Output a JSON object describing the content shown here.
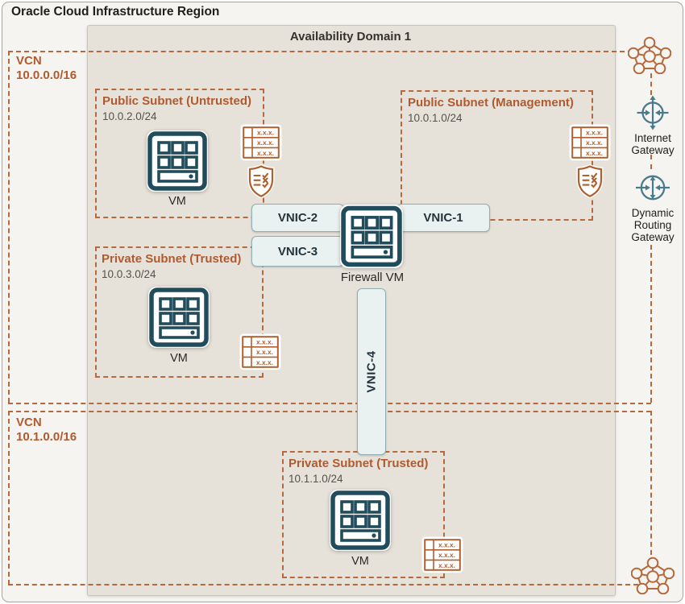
{
  "region": {
    "title": "Oracle Cloud Infrastructure Region"
  },
  "availability_domain": {
    "title": "Availability Domain 1"
  },
  "vcn1": {
    "label": "VCN",
    "cidr": "10.0.0.0/16"
  },
  "vcn2": {
    "label": "VCN",
    "cidr": "10.1.0.0/16"
  },
  "subnet_untrusted": {
    "name": "Public Subnet (Untrusted)",
    "cidr": "10.0.2.0/24",
    "vm_label": "VM"
  },
  "subnet_management": {
    "name": "Public Subnet (Management)",
    "cidr": "10.0.1.0/24"
  },
  "subnet_trusted1": {
    "name": "Private Subnet (Trusted)",
    "cidr": "10.0.3.0/24",
    "vm_label": "VM"
  },
  "subnet_trusted2": {
    "name": "Private Subnet (Trusted)",
    "cidr": "10.1.1.0/24",
    "vm_label": "VM"
  },
  "firewall_vm": {
    "label": "Firewall VM"
  },
  "vnic1": {
    "label": "VNIC-1"
  },
  "vnic2": {
    "label": "VNIC-2"
  },
  "vnic3": {
    "label": "VNIC-3"
  },
  "vnic4": {
    "label": "VNIC-4"
  },
  "internet_gateway": {
    "label": "Internet Gateway"
  },
  "dynamic_routing_gateway": {
    "label": "Dynamic Routing Gateway"
  },
  "route_table_icon": {
    "cell": "x.x.x."
  },
  "colors": {
    "accent_orange": "#b05a2e",
    "dash_orange": "#b5693c",
    "vm_teal": "#204c5c",
    "gateway_teal": "#4a7b8c",
    "vnic_fill": "#e9f2f1",
    "ad_background": "#e6e2da",
    "region_background": "#f5f4f1"
  }
}
